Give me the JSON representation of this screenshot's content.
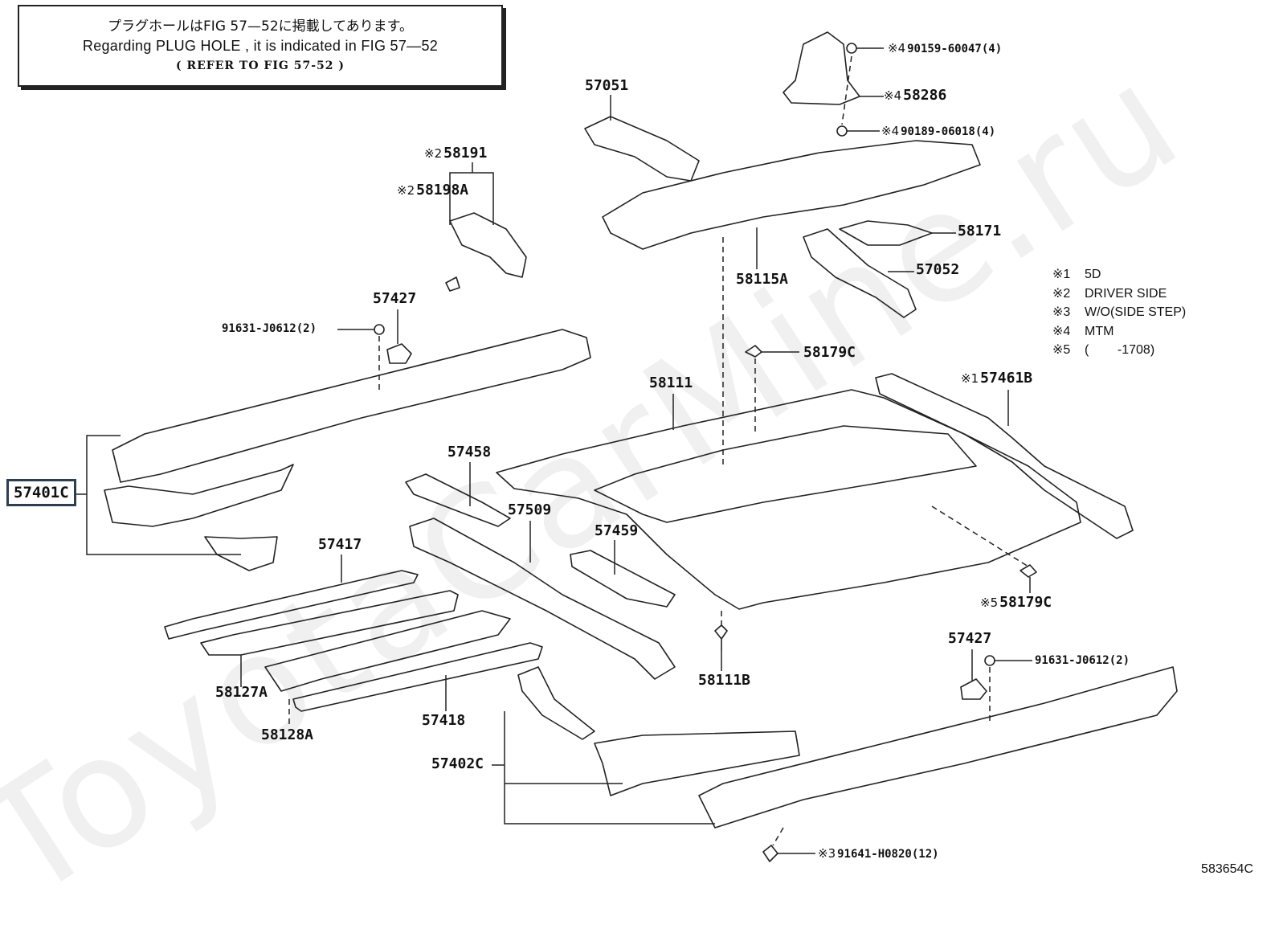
{
  "notice": {
    "line_jp": "プラグホールはFIG 57—52に掲載してあります。",
    "line_en": "Regarding  PLUG  HOLE , it is indicated in FIG  57—52",
    "line_ref": "( REFER TO FIG 57-52 )"
  },
  "watermark": "ToyotaCarMine.ru",
  "highlighted_part": "57401C",
  "labels": {
    "p57051": "57051",
    "p58191": {
      "mark": "※2",
      "code": "58191"
    },
    "p58198A": {
      "mark": "※2",
      "code": "58198A"
    },
    "p90159": {
      "mark": "※4",
      "code": "90159-60047(4)"
    },
    "p58286": {
      "mark": "※4",
      "code": "58286"
    },
    "p90189": {
      "mark": "※4",
      "code": "90189-06018(4)"
    },
    "p58171": "58171",
    "p57052": "57052",
    "p58115A": "58115A",
    "p57427a": "57427",
    "p91631a": "91631-J0612(2)",
    "p58179Ca": "58179C",
    "p58111": "58111",
    "p57461B": {
      "mark": "※1",
      "code": "57461B"
    },
    "p57458": "57458",
    "p57509": "57509",
    "p57459": "57459",
    "p57417": "57417",
    "p58127A": "58127A",
    "p58128A": "58128A",
    "p57418": "57418",
    "p58179Cb": {
      "mark": "※5",
      "code": "58179C"
    },
    "p58111B": "58111B",
    "p57427b": "57427",
    "p91631b": "91631-J0612(2)",
    "p57402C": "57402C",
    "p91641": {
      "mark": "※3",
      "code": "91641-H0820(12)"
    }
  },
  "legend": [
    {
      "mark": "※1",
      "text": "5D"
    },
    {
      "mark": "※2",
      "text": "DRIVER SIDE"
    },
    {
      "mark": "※3",
      "text": "W/O(SIDE STEP)"
    },
    {
      "mark": "※4",
      "text": "MTM"
    },
    {
      "mark": "※5",
      "text": "(        -1708)"
    }
  ],
  "figure_number": "583654C"
}
